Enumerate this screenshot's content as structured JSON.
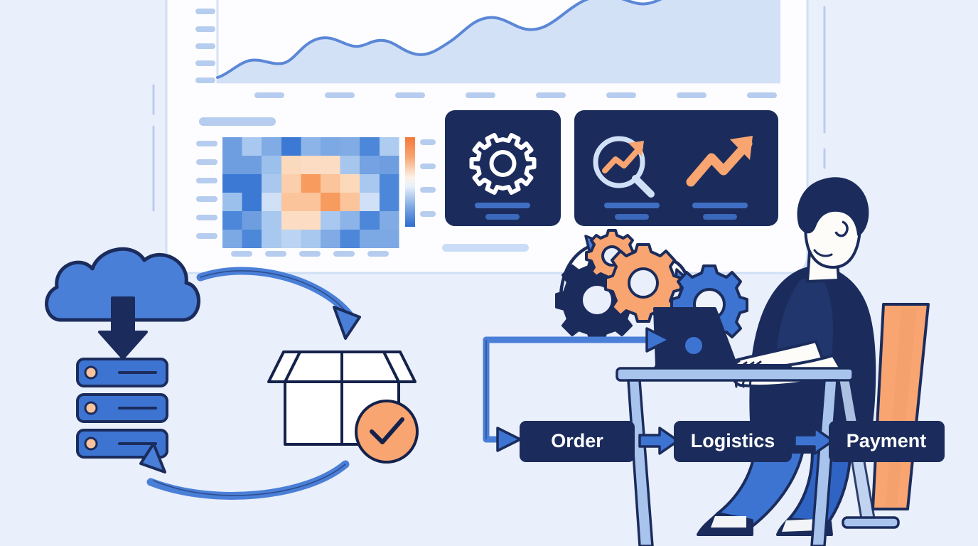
{
  "scene": {
    "title": "Data pipeline and order fulfillment workflow illustration",
    "background_color": "#e9effb",
    "palette": {
      "navy": "#1b2c5c",
      "navy_dark": "#16254e",
      "blue": "#3d74d2",
      "blue_mid": "#4a7fd8",
      "blue_light": "#a8c4ec",
      "blue_pale": "#d3e1f7",
      "panel_white": "#fdfdff",
      "orange": "#f8a571",
      "orange_light": "#fbc39c",
      "white": "#ffffff",
      "skin": "#fdfcf8"
    }
  },
  "dashboard": {
    "panel_name": "analytics-dashboard-panel",
    "area_chart": {
      "name": "area-chart",
      "y_tick_count": 5,
      "x_tick_count": 8,
      "line_color": "#4a7fd8",
      "fill_color": "#d3e1f7"
    },
    "heatmap": {
      "name": "heatmap-chart",
      "title_placeholder": true,
      "columns": 9,
      "rows": 6,
      "y_tick_count": 6,
      "x_tick_count": 5,
      "colorbar_tick_count": 4
    },
    "cards": [
      {
        "id": "settings-card",
        "icon": "gear-icon",
        "icon_color": "#ffffff",
        "line_widths": [
          78,
          48
        ]
      },
      {
        "id": "analysis-card",
        "icon": "search-trend-icon",
        "icon_color": "#cfe0f7",
        "line_widths": [
          78,
          48
        ]
      },
      {
        "id": "growth-card",
        "icon": "trend-arrow-icon",
        "icon_color": "#f8a571",
        "line_widths": [
          78,
          48
        ]
      }
    ]
  },
  "chart_data": {
    "type": "area",
    "title": "",
    "xlabel": "",
    "ylabel": "",
    "x": [
      0,
      1,
      2,
      3,
      4,
      5,
      6,
      7,
      8,
      9,
      10,
      11,
      12,
      13,
      14,
      15,
      16
    ],
    "values": [
      8,
      26,
      33,
      24,
      26,
      52,
      58,
      44,
      50,
      38,
      30,
      60,
      72,
      55,
      82,
      88,
      74
    ],
    "ylim": [
      0,
      100
    ],
    "grid": false,
    "legend": "none",
    "secondary": {
      "type": "heatmap",
      "rows": 6,
      "columns": 9,
      "colormap": "blue-white-orange diverging",
      "matrix": [
        [
          0.35,
          0.18,
          0.3,
          0.62,
          0.28,
          0.33,
          0.3,
          0.55,
          0.18
        ],
        [
          0.38,
          0.3,
          0.35,
          0.22,
          0.84,
          0.84,
          0.28,
          0.35,
          0.38
        ],
        [
          0.7,
          0.7,
          0.25,
          0.8,
          0.95,
          0.88,
          0.82,
          0.25,
          0.62
        ],
        [
          0.22,
          0.72,
          0.15,
          0.86,
          0.86,
          0.95,
          0.84,
          0.18,
          0.62
        ],
        [
          0.62,
          0.35,
          0.22,
          0.84,
          0.84,
          0.35,
          0.3,
          0.58,
          0.35
        ],
        [
          0.32,
          0.55,
          0.25,
          0.22,
          0.25,
          0.3,
          0.52,
          0.32,
          0.32
        ]
      ],
      "colorbar": {
        "min_color": "#3d74d2",
        "mid_color": "#ffffff",
        "max_color": "#f58a4b"
      }
    }
  },
  "pipeline": {
    "cloud": {
      "name": "cloud-icon",
      "color": "#4a7fd8"
    },
    "download_arrow": {
      "name": "download-arrow-icon",
      "color": "#1b2c5c"
    },
    "servers": {
      "name": "server-stack-icon",
      "count": 3,
      "body_color": "#3d74d2",
      "indicator_color": "#fbc39c"
    },
    "package": {
      "name": "package-box-icon",
      "box_color": "#ffffff",
      "check_badge": {
        "name": "check-circle-icon",
        "color": "#f8a571",
        "glyph": "✓"
      }
    },
    "cycle_arrows": [
      {
        "name": "cycle-arrow-top",
        "direction": "left-to-right"
      },
      {
        "name": "cycle-arrow-bottom",
        "direction": "right-to-left"
      }
    ]
  },
  "gears": [
    {
      "name": "gear-small-orange-icon",
      "color": "#f8a571",
      "teeth": 8
    },
    {
      "name": "gear-large-orange-icon",
      "color": "#f8a571",
      "teeth": 9
    },
    {
      "name": "gear-large-navy-icon",
      "color": "#1b2c5c",
      "teeth": 9
    },
    {
      "name": "gear-blue-icon",
      "color": "#3d74d2",
      "teeth": 9
    }
  ],
  "gear_arrows": [
    {
      "name": "gear-arrow-left",
      "direction": "clockwise"
    },
    {
      "name": "gear-arrow-right",
      "direction": "clockwise"
    }
  ],
  "workstation": {
    "person": {
      "name": "person-working",
      "hair_color": "#1b2c5c",
      "shirt_color": "#1b2c5c",
      "skin_color": "#fdfcf8",
      "pants_color": "#3d74d2",
      "shoe_color": "#1b2c5c"
    },
    "laptop": {
      "name": "laptop-icon",
      "color": "#1b2c5c",
      "logo_color": "#3d74d2"
    },
    "desk": {
      "name": "desk",
      "color": "#a8c4ec"
    },
    "chair": {
      "name": "office-chair",
      "color": "#f8a571"
    }
  },
  "process_flow": {
    "name": "process-flow",
    "steps": [
      {
        "id": "step-order",
        "label": "Order"
      },
      {
        "id": "step-logistics",
        "label": "Logistics"
      },
      {
        "id": "step-payment",
        "label": "Payment"
      }
    ],
    "connectors": [
      {
        "name": "connector-elbow-to-order"
      },
      {
        "name": "connector-order-to-logistics"
      },
      {
        "name": "connector-logistics-to-payment"
      }
    ],
    "chip_color": "#1b2c5c",
    "label_color": "#ffffff"
  },
  "decor": {
    "vertical_dashes": [
      {
        "name": "decor-line-left-1"
      },
      {
        "name": "decor-line-left-2"
      },
      {
        "name": "decor-line-right-1"
      },
      {
        "name": "decor-line-right-2"
      }
    ]
  }
}
